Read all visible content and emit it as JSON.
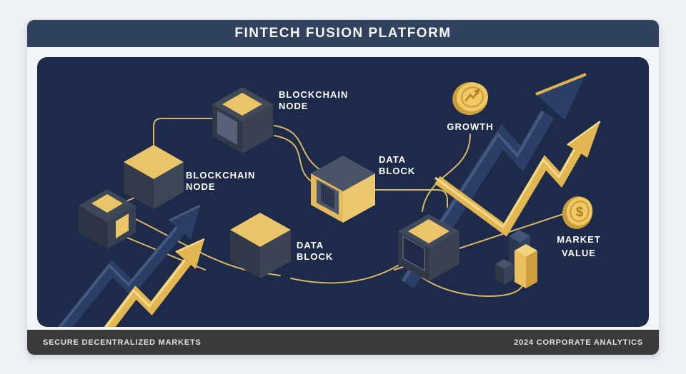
{
  "header": {
    "title": "FINTECH FUSION PLATFORM"
  },
  "footer": {
    "left_text": "SECURE DECENTRALIZED MARKETS",
    "right_text": "2024 CORPORATE ANALYTICS"
  },
  "diagram": {
    "labels": {
      "blockchain_node_top": {
        "line1": "BLOCKCHAIN",
        "line2": "NODE"
      },
      "blockchain_node_mid": {
        "line1": "BLOCKCHAIN",
        "line2": "NODE"
      },
      "data_block_center": {
        "line1": "DATA",
        "line2": "BLOCK"
      },
      "data_block_lower": {
        "line1": "DATA",
        "line2": "BLOCK"
      },
      "growth_label": "GROWTH",
      "market_value": {
        "line1": "MARKET",
        "line2": "VALUE"
      },
      "market_coin_symbol": "$"
    },
    "colors": {
      "panel_navy": "#1d2a4a",
      "gold": "#e2b752",
      "navy_arrow": "#2b3f66",
      "header_navy": "#31425f",
      "footer_gray": "#3a3a3a"
    }
  }
}
